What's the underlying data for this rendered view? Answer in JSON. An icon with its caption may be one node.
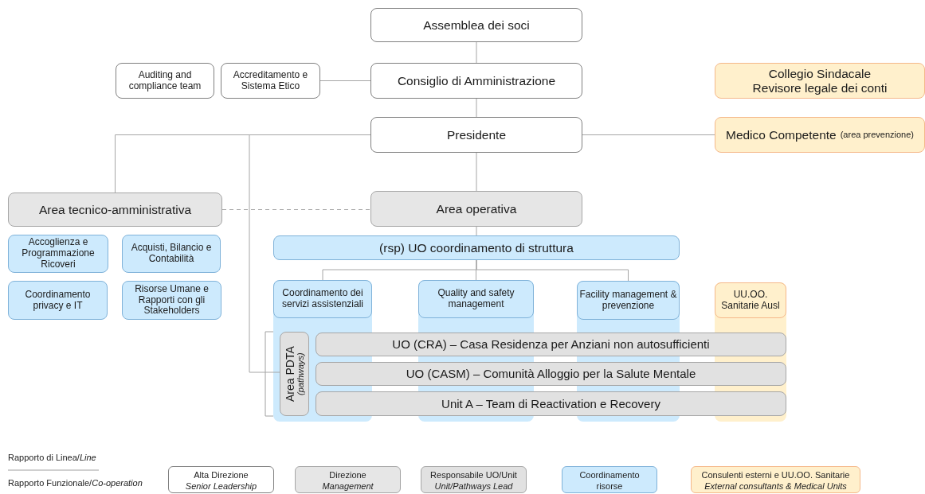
{
  "diagram": {
    "nodes": [
      {
        "text": [
          "Assemblea dei soci"
        ]
      },
      {
        "text": [
          "Consiglio di Amministrazione"
        ]
      },
      {
        "text": [
          "Presidente"
        ]
      },
      {
        "text": [
          "Auditing and compliance team"
        ]
      },
      {
        "text": [
          "Accreditamento e Sistema Etico"
        ]
      },
      {
        "text": [
          "Collegio Sindacale",
          "Revisore legale dei conti"
        ]
      },
      {
        "text": [
          "Medico Competente",
          "(area prevenzione)"
        ]
      },
      {
        "text": [
          "Area tecnico-amministrativa"
        ]
      },
      {
        "text": [
          "Accoglienza e Programmazione Ricoveri"
        ]
      },
      {
        "text": [
          "Acquisti, Bilancio e Contabilità"
        ]
      },
      {
        "text": [
          "Coordinamento privacy e IT"
        ]
      },
      {
        "text": [
          "Risorse Umane e Rapporti con gli Stakeholders"
        ]
      },
      {
        "text": [
          "Area operativa"
        ]
      },
      {
        "text": [
          "(rsp) UO coordinamento di struttura"
        ]
      },
      {
        "text": [
          "Coordinamento dei servizi assistenziali"
        ]
      },
      {
        "text": [
          "Quality and safety management"
        ]
      },
      {
        "text": [
          "Facility management & prevenzione"
        ]
      },
      {
        "text": [
          "UU.OO. Sanitarie Ausl"
        ]
      },
      {
        "text": [
          "Area PDTA",
          "(pathways)"
        ]
      },
      {
        "text": [
          "UO (CRA) – Casa Residenza per Anziani non autosufficienti"
        ]
      },
      {
        "text": [
          "UO (CASM) – Comunità Alloggio per la Salute Mentale"
        ]
      },
      {
        "text": [
          "Unit A – Team di Reactivation e Recovery"
        ]
      }
    ],
    "edges": [
      {
        "from": 0,
        "to": 1,
        "arrow": "none"
      },
      {
        "from": 1,
        "to": 2,
        "arrow": "none"
      },
      {
        "from": 1,
        "to": 4,
        "arrow": "none"
      },
      {
        "from": 2,
        "to": 6,
        "arrow": "none"
      },
      {
        "from": 2,
        "to": 7,
        "arrow": "none"
      },
      {
        "from": 2,
        "to": 12,
        "arrow": "none"
      },
      {
        "from": 2,
        "to": 18,
        "arrow": "none"
      },
      {
        "from": 7,
        "to": 12,
        "arrow": "none",
        "style": "dashed"
      },
      {
        "from": 12,
        "to": 13,
        "arrow": "none"
      },
      {
        "from": 13,
        "to": 14,
        "arrow": "none"
      },
      {
        "from": 13,
        "to": 15,
        "arrow": "none"
      },
      {
        "from": 13,
        "to": 16,
        "arrow": "none"
      }
    ],
    "legend": [
      {
        "text": "Rapporto di Linea/*Line*"
      },
      {
        "text": "Rapporto Funzionale/*Co-operation*"
      },
      {
        "text": "Alta Direzione *Senior Leadership*",
        "color": "#ffffff"
      },
      {
        "text": "Direzione *Management*",
        "color": "#e6e6e6"
      },
      {
        "text": "Responsabile UO/Unit *Unit/Pathways Lead*",
        "color": "#e1e1e1"
      },
      {
        "text": "Coordinamento risorse *Service technical lead*",
        "color": "#cdeafd"
      },
      {
        "text": "Consulenti esterni e UU.OO. Sanitarie *External consultants & Medical Units*",
        "color": "#fff0cc"
      }
    ]
  }
}
